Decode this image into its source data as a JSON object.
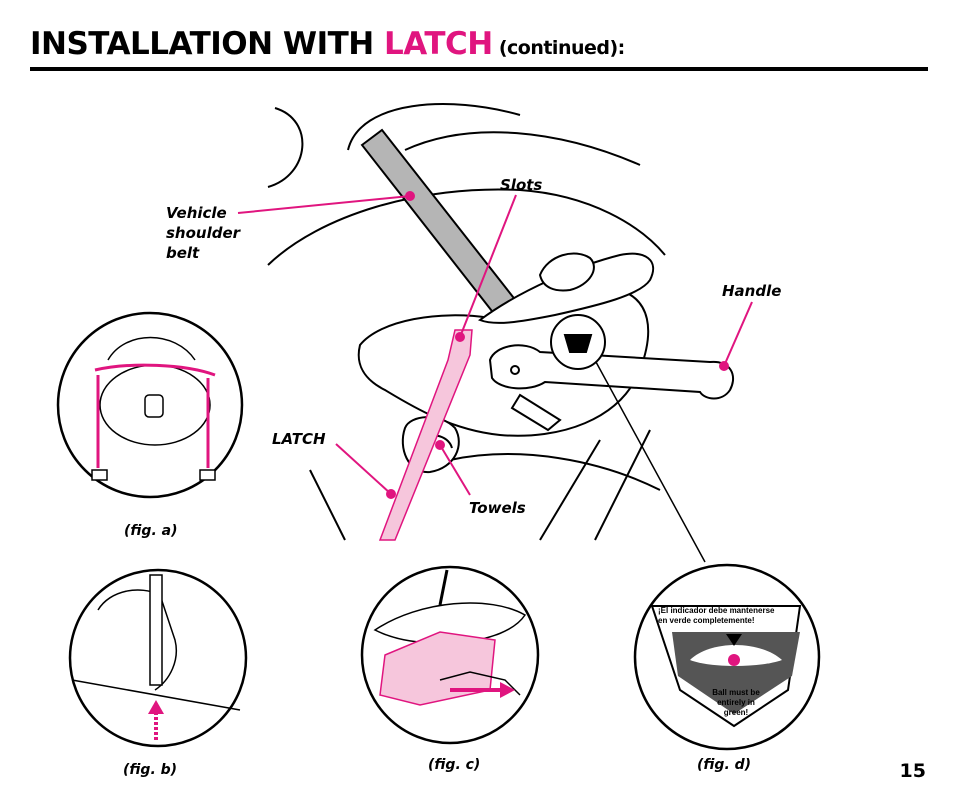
{
  "header": {
    "title_main": "INSTALLATION WITH ",
    "title_accent": "LATCH",
    "title_suffix": " (continued):"
  },
  "labels": {
    "shoulder_belt": "Vehicle shoulder belt",
    "slots": "Slots",
    "handle": "Handle",
    "latch": "LATCH",
    "towels": "Towels"
  },
  "figures": {
    "a": "(fig. a)",
    "b": "(fig. b)",
    "c": "(fig. c)",
    "d": "(fig. d)"
  },
  "indicator": {
    "top_text_1": "¡El indicador debe mantenerse",
    "top_text_2": "en verde completemente!",
    "bottom_text_1": "Ball must be",
    "bottom_text_2": "entirely in",
    "bottom_text_3": "green!"
  },
  "page_number": "15",
  "colors": {
    "accent": "#e0157f",
    "light_pink": "#f6c6dc"
  }
}
